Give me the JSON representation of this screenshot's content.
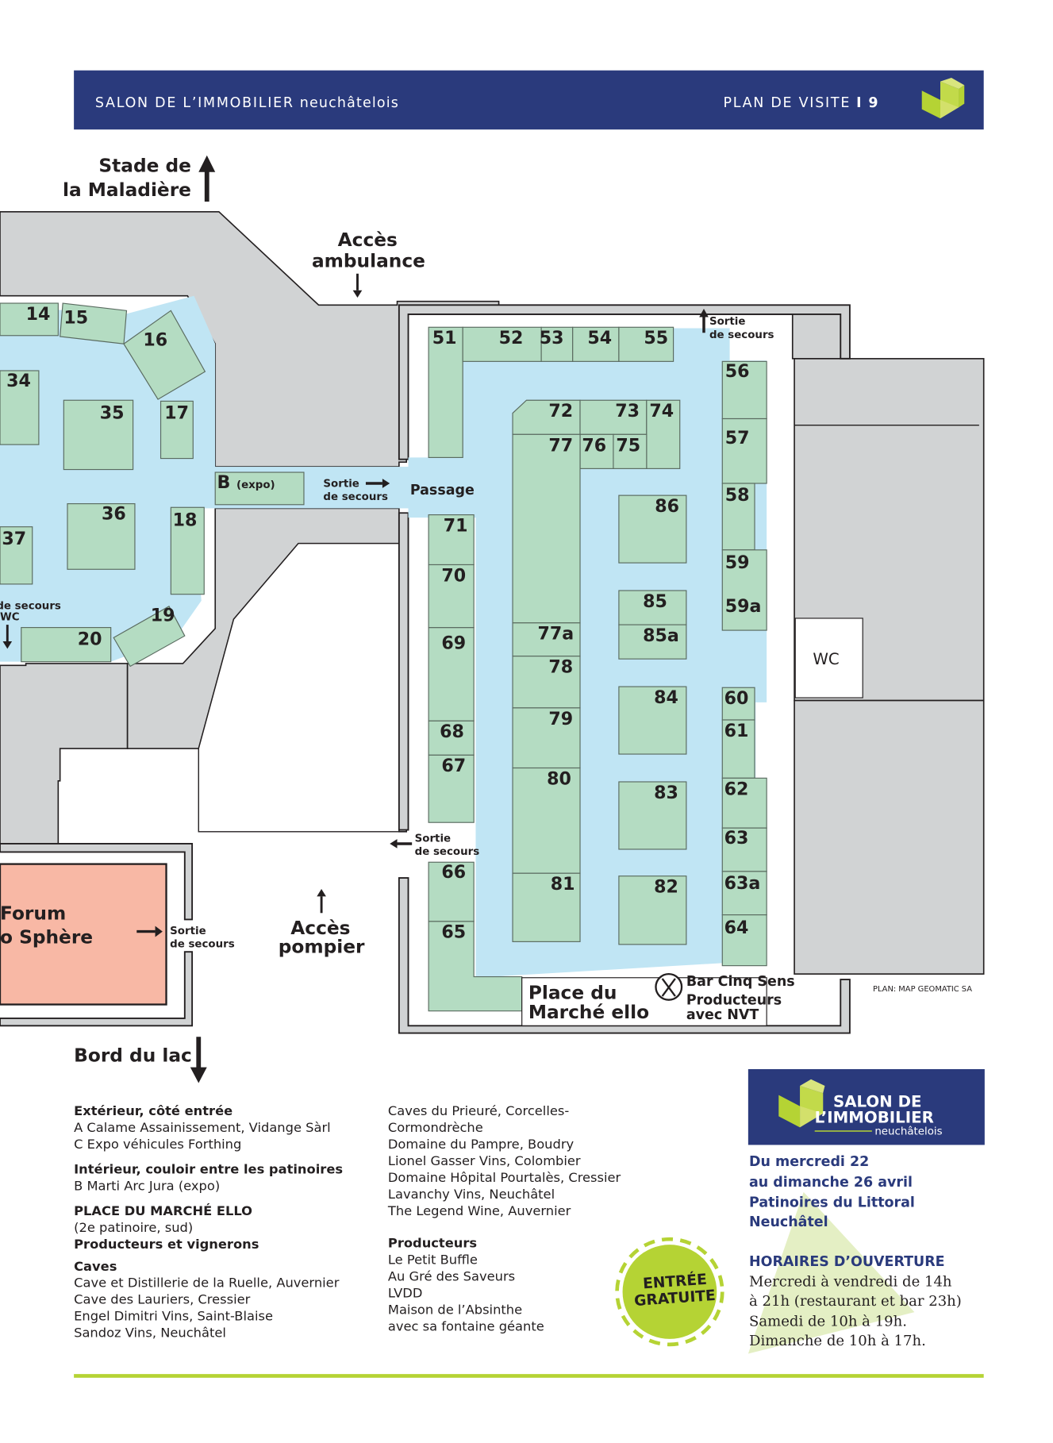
{
  "header": {
    "title_caps": "SALON DE L’IMMOBILIER",
    "title_lower": "neuchâtelois",
    "section": "PLAN DE VISITE",
    "page_number": "9",
    "bg_color": "#2a3a7c",
    "accent_color": "#b5d334"
  },
  "map": {
    "directions": {
      "stade_line1": "Stade de",
      "stade_line2": "la Maladière",
      "ambulance_line1": "Accès",
      "ambulance_line2": "ambulance",
      "pompier_line1": "Accès",
      "pompier_line2": "pompier",
      "lac": "Bord du lac"
    },
    "exits": {
      "top_right_1": "Sortie",
      "top_right_2": "de secours",
      "passage_1": "Sortie",
      "passage_2": "de secours",
      "west_1": "Sortie",
      "west_2": "de secours",
      "forum_1": "Sortie",
      "forum_2": "de secours",
      "left_wc_1": "de secours",
      "left_wc_2": "WC"
    },
    "areas": {
      "passage": "Passage",
      "wc": "WC",
      "forum_line1": "Forum",
      "forum_line2": "o Sphère",
      "place_line1": "Place du",
      "place_line2": "Marché ello",
      "bar": "Bar Cinq Sens",
      "producteurs_line1": "Producteurs",
      "producteurs_line2": "avec NVT",
      "credit": "PLAN: MAP GEOMATIC SA"
    },
    "stand_b": {
      "code": "B",
      "note": "(expo)"
    },
    "stands_left": [
      "14",
      "15",
      "16",
      "17",
      "18",
      "19",
      "20",
      "34",
      "35",
      "36",
      "37"
    ],
    "stands_right": [
      "51",
      "52",
      "53",
      "54",
      "55",
      "56",
      "57",
      "58",
      "59",
      "59a",
      "60",
      "61",
      "62",
      "63",
      "63a",
      "64",
      "65",
      "66",
      "67",
      "68",
      "69",
      "70",
      "71",
      "72",
      "73",
      "74",
      "75",
      "76",
      "77",
      "77a",
      "78",
      "79",
      "80",
      "81",
      "82",
      "83",
      "84",
      "85",
      "85a",
      "86"
    ],
    "colors": {
      "stand": "#b4dcc2",
      "floor": "#c0e5f4",
      "building": "#d1d3d4",
      "forum": "#f8b8a5"
    }
  },
  "legend": {
    "col1": [
      {
        "text": "Extérieur, côté entrée",
        "bold": true
      },
      {
        "text": "A  Calame Assainissement, Vidange Sàrl",
        "bold": false
      },
      {
        "text": "C  Expo véhicules Forthing",
        "bold": false
      },
      {
        "text": "Intérieur, couloir entre les patinoires",
        "bold": true
      },
      {
        "text": "B  Marti Arc Jura (expo)",
        "bold": false
      },
      {
        "text": "PLACE DU MARCHÉ ELLO",
        "bold": true
      },
      {
        "text": "(2e patinoire, sud)",
        "bold": false
      },
      {
        "text": "Producteurs et vignerons",
        "bold": true
      },
      {
        "text": "Caves",
        "bold": true
      },
      {
        "text": "Cave et Distillerie de la Ruelle, Auvernier",
        "bold": false
      },
      {
        "text": "Cave des Lauriers, Cressier",
        "bold": false
      },
      {
        "text": "Engel Dimitri Vins, Saint-Blaise",
        "bold": false
      },
      {
        "text": "Sandoz Vins, Neuchâtel",
        "bold": false
      }
    ],
    "col2": [
      {
        "text": "Caves du Prieuré, Corcelles-",
        "bold": false
      },
      {
        "text": "Cormondrèche",
        "bold": false
      },
      {
        "text": "Domaine du Pampre, Boudry",
        "bold": false
      },
      {
        "text": "Lionel Gasser Vins, Colombier",
        "bold": false
      },
      {
        "text": "Domaine Hôpital Pourtalès, Cressier",
        "bold": false
      },
      {
        "text": "Lavanchy Vins, Neuchâtel",
        "bold": false
      },
      {
        "text": "The Legend Wine, Auvernier",
        "bold": false
      },
      {
        "text": "Producteurs",
        "bold": true
      },
      {
        "text": "Le Petit Buffle",
        "bold": false
      },
      {
        "text": "Au Gré des Saveurs",
        "bold": false
      },
      {
        "text": "LVDD",
        "bold": false
      },
      {
        "text": "Maison de l’Absinthe",
        "bold": false
      },
      {
        "text": "avec sa fontaine géante",
        "bold": false
      }
    ]
  },
  "badge": {
    "line1": "ENTRÉE",
    "line2": "GRATUITE"
  },
  "info": {
    "logo_line1": "SALON DE",
    "logo_line2": "L’IMMOBILIER",
    "logo_line3": "neuchâtelois",
    "dates": [
      "Du mercredi 22",
      "au dimanche 26 avril",
      "Patinoires du Littoral",
      "Neuchâtel"
    ],
    "hours_title": "HORAIRES D’OUVERTURE",
    "hours": [
      "Mercredi à vendredi de 14h",
      "à 21h (restaurant et bar 23h)",
      "Samedi de 10h à 19h.",
      "Dimanche de 10h à 17h."
    ]
  }
}
